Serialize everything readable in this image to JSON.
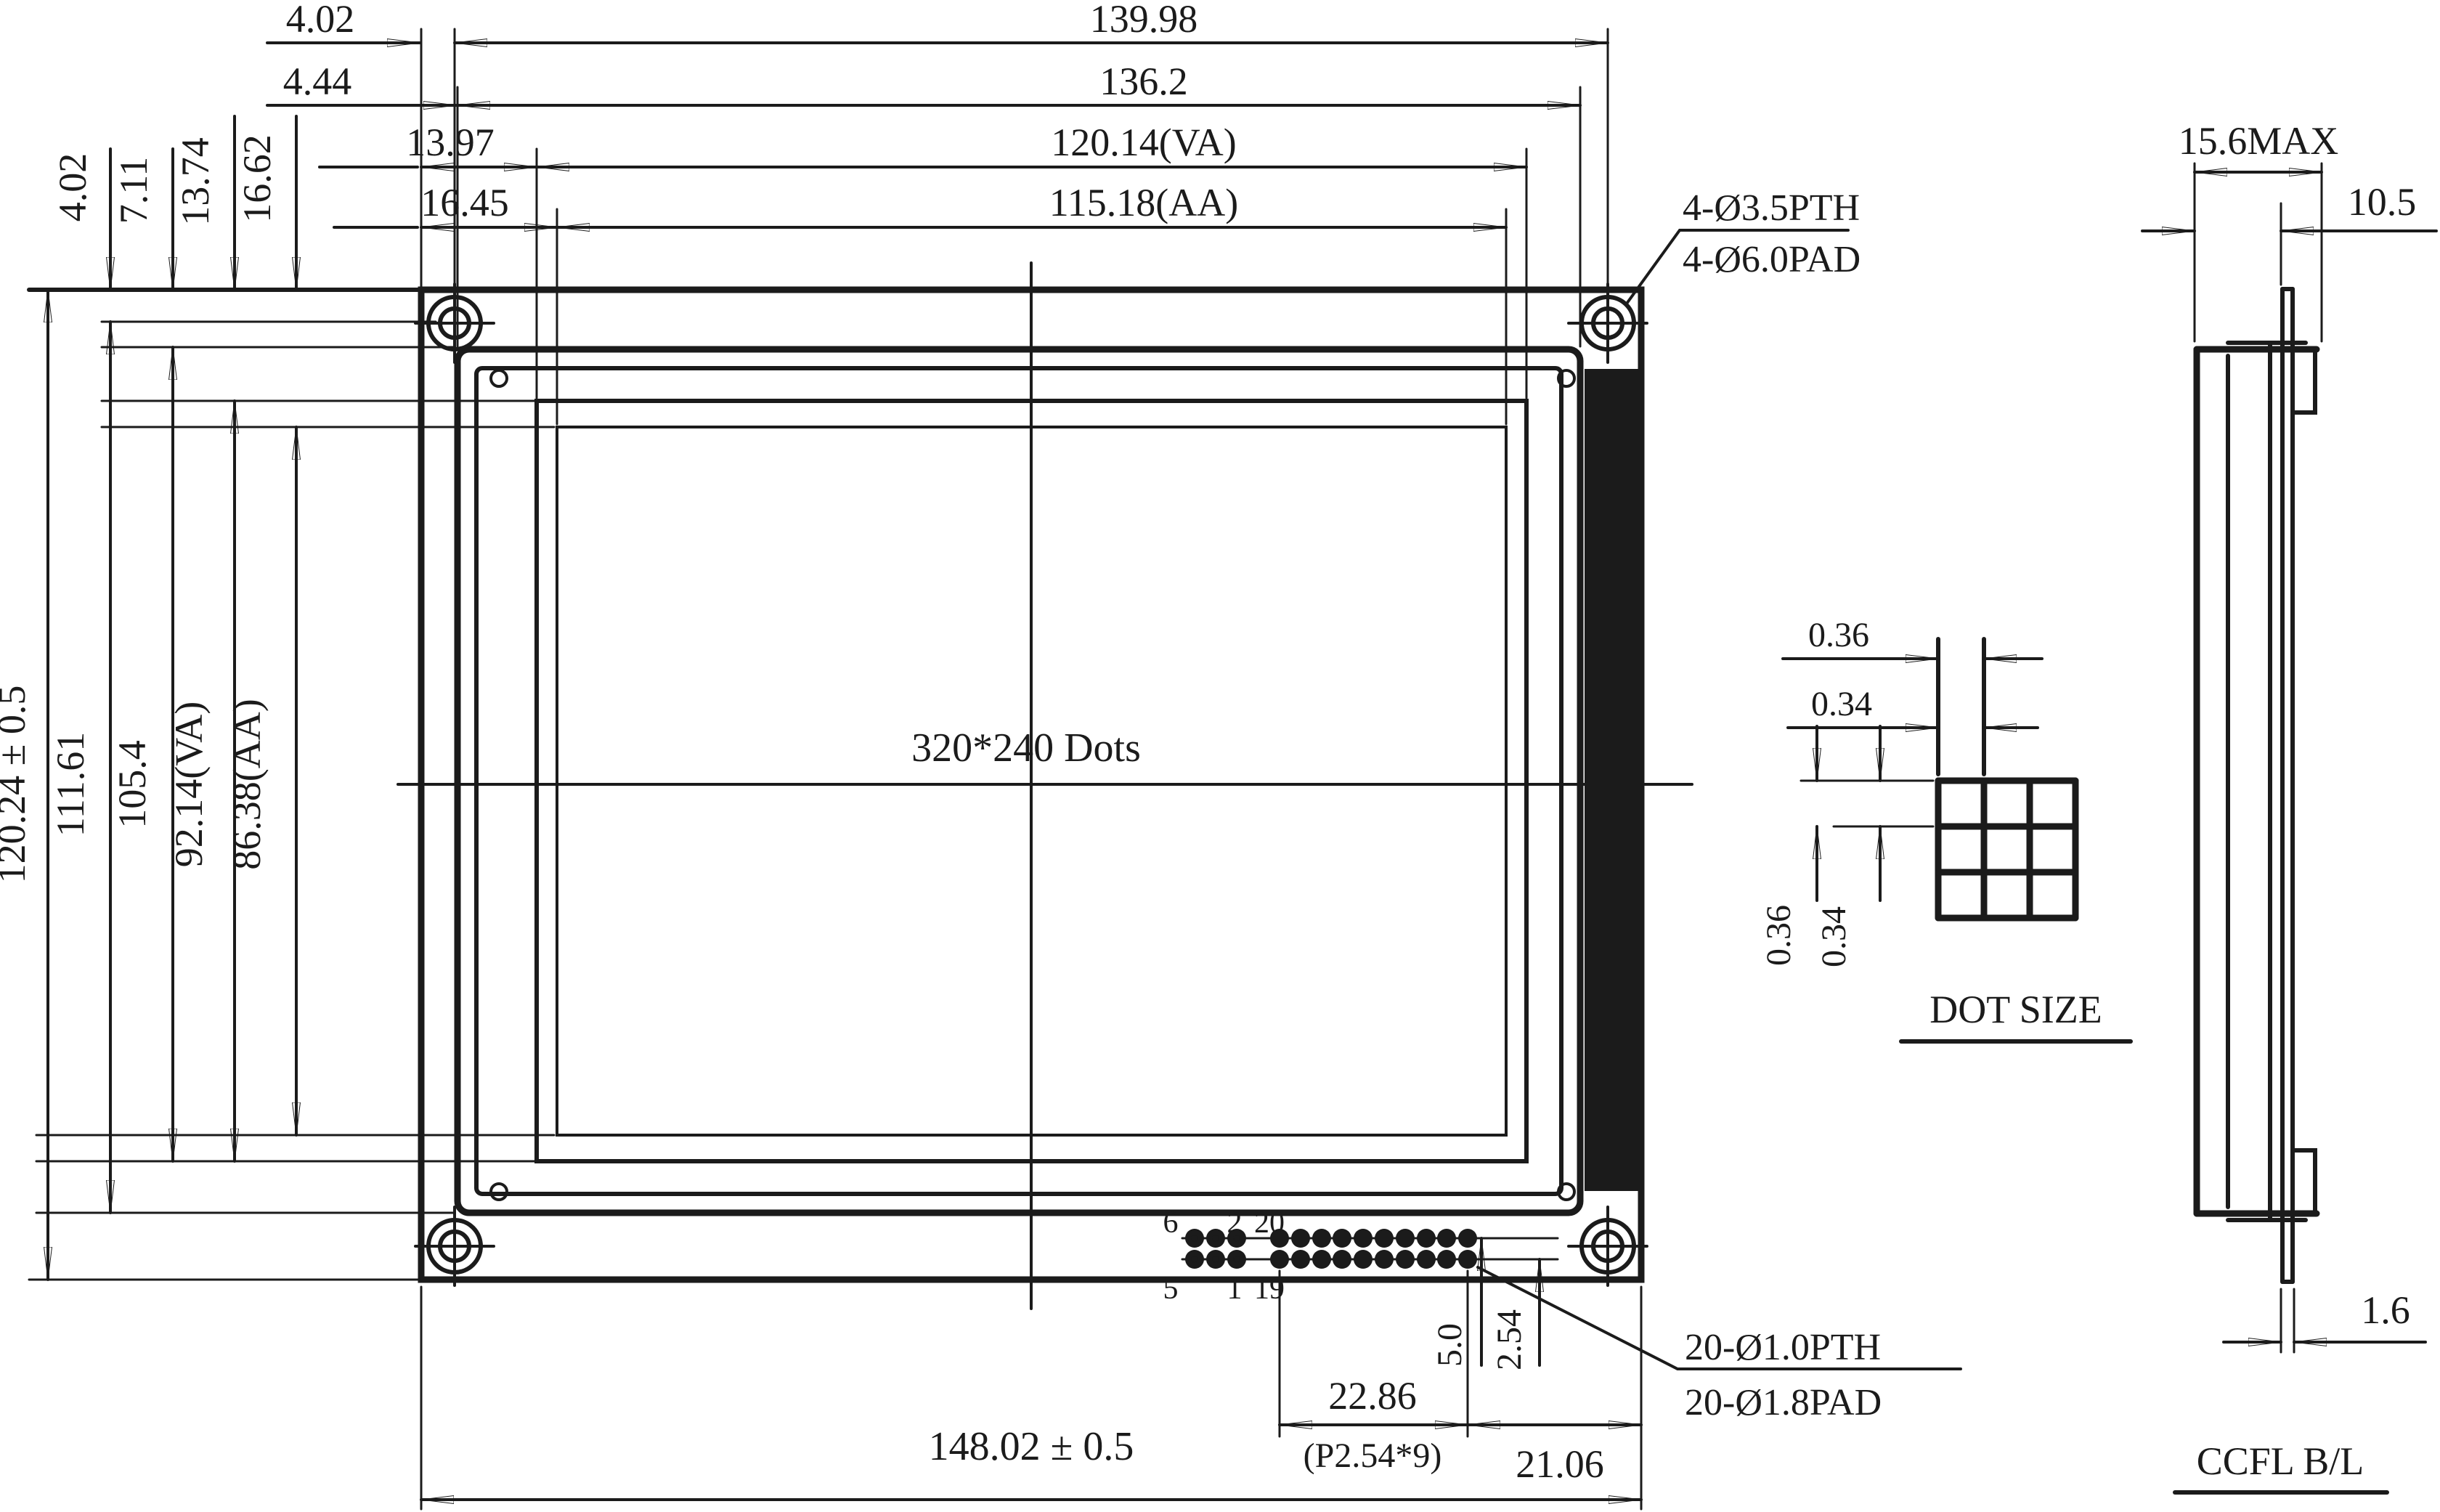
{
  "front": {
    "top_dims": {
      "d1": "4.02",
      "d2": "139.98",
      "d3": "4.44",
      "d4": "136.2",
      "d5": "13.97",
      "d6": "120.14(VA)",
      "d7": "16.45",
      "d8": "115.18(AA)"
    },
    "left_small_dims": {
      "d1": "4.02",
      "d2": "7.11",
      "d3": "13.74",
      "d4": "16.62"
    },
    "left_dims": {
      "d1": "120.24 ± 0.5",
      "d2": "111.61",
      "d3": "105.4",
      "d4": "92.14(VA)",
      "d5": "86.38(AA)"
    },
    "screen_label": "320*240 Dots",
    "mount_hole_note1": "4-Ø3.5PTH",
    "mount_hole_note2": "4-Ø6.0PAD",
    "pin_note1": "20-Ø1.0PTH",
    "pin_note2": "20-Ø1.8PAD",
    "pin_labels": {
      "p6": "6",
      "p5": "5",
      "p2": "2",
      "p1": "1",
      "p20": "20",
      "p19": "19"
    },
    "conn_dims": {
      "d1": "22.86",
      "d2": "(P2.54*9)",
      "d3": "5.0",
      "d4": "2.54",
      "d5": "21.06"
    },
    "bottom_dim": "148.02 ± 0.5"
  },
  "side": {
    "dim_thickness": "15.6MAX",
    "dim_offset": "10.5",
    "dim_pcb_thickness": "1.6",
    "caption": "CCFL B/L"
  },
  "detail": {
    "dim_h_pitch": "0.36",
    "dim_h_dot": "0.34",
    "dim_v_pitch": "0.36",
    "dim_v_dot": "0.34",
    "title": "DOT SIZE"
  }
}
